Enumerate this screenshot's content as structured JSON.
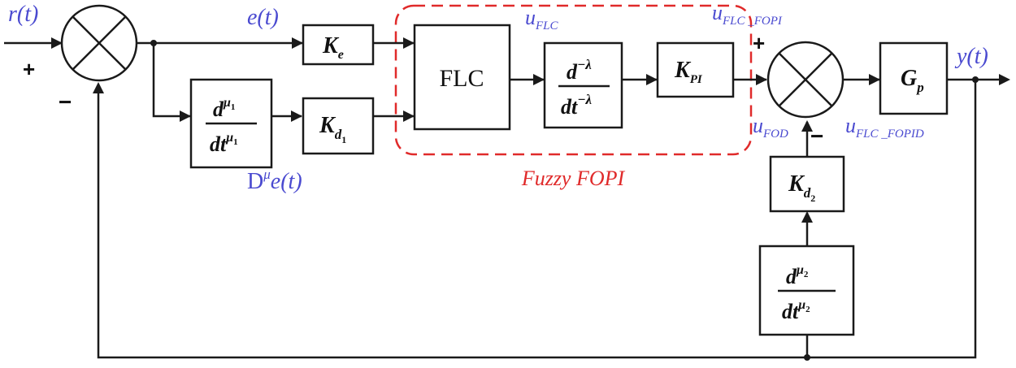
{
  "colors": {
    "signal": "#4a4ad0",
    "fuzzy": "#e02a2a",
    "line": "#1a1a1a"
  },
  "signals": {
    "r": "r(t)",
    "e": "e(t)",
    "y": "y(t)",
    "u_flc": "u",
    "u_flc_sub": "FLC",
    "u_flc_fopi": "u",
    "u_flc_fopi_sub": "FLC _FOPI",
    "u_fod": "u",
    "u_fod_sub": "FOD",
    "u_flc_fopid": "u",
    "u_flc_fopid_sub": "FLC _FOPID",
    "d_mu_e_base": "D",
    "d_mu_e_sup": "μ",
    "d_mu_e_arg": "e(t)"
  },
  "signs": {
    "sum1_plus": "+",
    "sum1_minus": "−",
    "sum2_plus": "+",
    "sum2_minus": "−"
  },
  "blocks": {
    "ke": {
      "main": "K",
      "sub": "e"
    },
    "kd1": {
      "main": "K",
      "sub": "d",
      "subsub": "1"
    },
    "kd2": {
      "main": "K",
      "sub": "d",
      "subsub": "2"
    },
    "kpi": {
      "main": "K",
      "sub": "PI"
    },
    "flc": {
      "label": "FLC"
    },
    "gp": {
      "main": "G",
      "sub": "p"
    },
    "deriv1": {
      "num": "d",
      "num_sup": "μ",
      "num_sup_sub": "1",
      "den": "dt",
      "den_sup": "μ",
      "den_sup_sub": "1"
    },
    "deriv2": {
      "num": "d",
      "num_sup": "μ",
      "num_sup_sub": "2",
      "den": "dt",
      "den_sup": "μ",
      "den_sup_sub": "2"
    },
    "fracint": {
      "num": "d",
      "num_sup": "−λ",
      "den": "dt",
      "den_sup": "−λ"
    }
  },
  "fuzzy_label": "Fuzzy FOPI"
}
